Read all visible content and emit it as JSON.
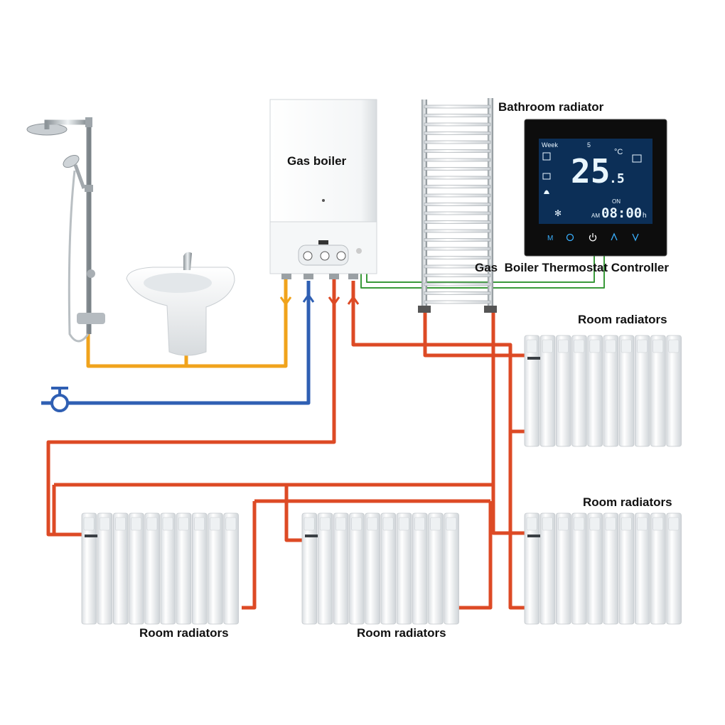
{
  "labels": {
    "gas_boiler": "Gas boiler",
    "bathroom_radiator": "Bathroom radiator",
    "thermostat_controller": "Gas  Boiler Thermostat Controller",
    "room_radiators_top_right": "Room radiators",
    "room_radiators_mid_right": "Room radiators",
    "room_radiators_bottom_left": "Room radiators",
    "room_radiators_bottom_mid": "Room radiators"
  },
  "thermostat": {
    "week_label": "Week",
    "day_number": "5",
    "temperature_main": "25",
    "temperature_decimal": ".5",
    "temperature_unit": "°C",
    "state": "ON",
    "am_label": "AM",
    "time": "08:00",
    "time_unit": "h",
    "buttons": [
      "M",
      "clock",
      "power",
      "up",
      "down"
    ]
  },
  "colors": {
    "hot_water": "#f0a31c",
    "cold_water": "#2f5fb3",
    "heating": "#dd4a25",
    "control_wire": "#3a9a3a",
    "thermostat_body": "#111111",
    "lcd_background": "#0c2f57"
  },
  "icons": [
    "shower-icon",
    "sink-icon",
    "gas-boiler-icon",
    "towel-radiator-icon",
    "thermostat-icon",
    "water-tap-icon",
    "radiator-icon"
  ]
}
